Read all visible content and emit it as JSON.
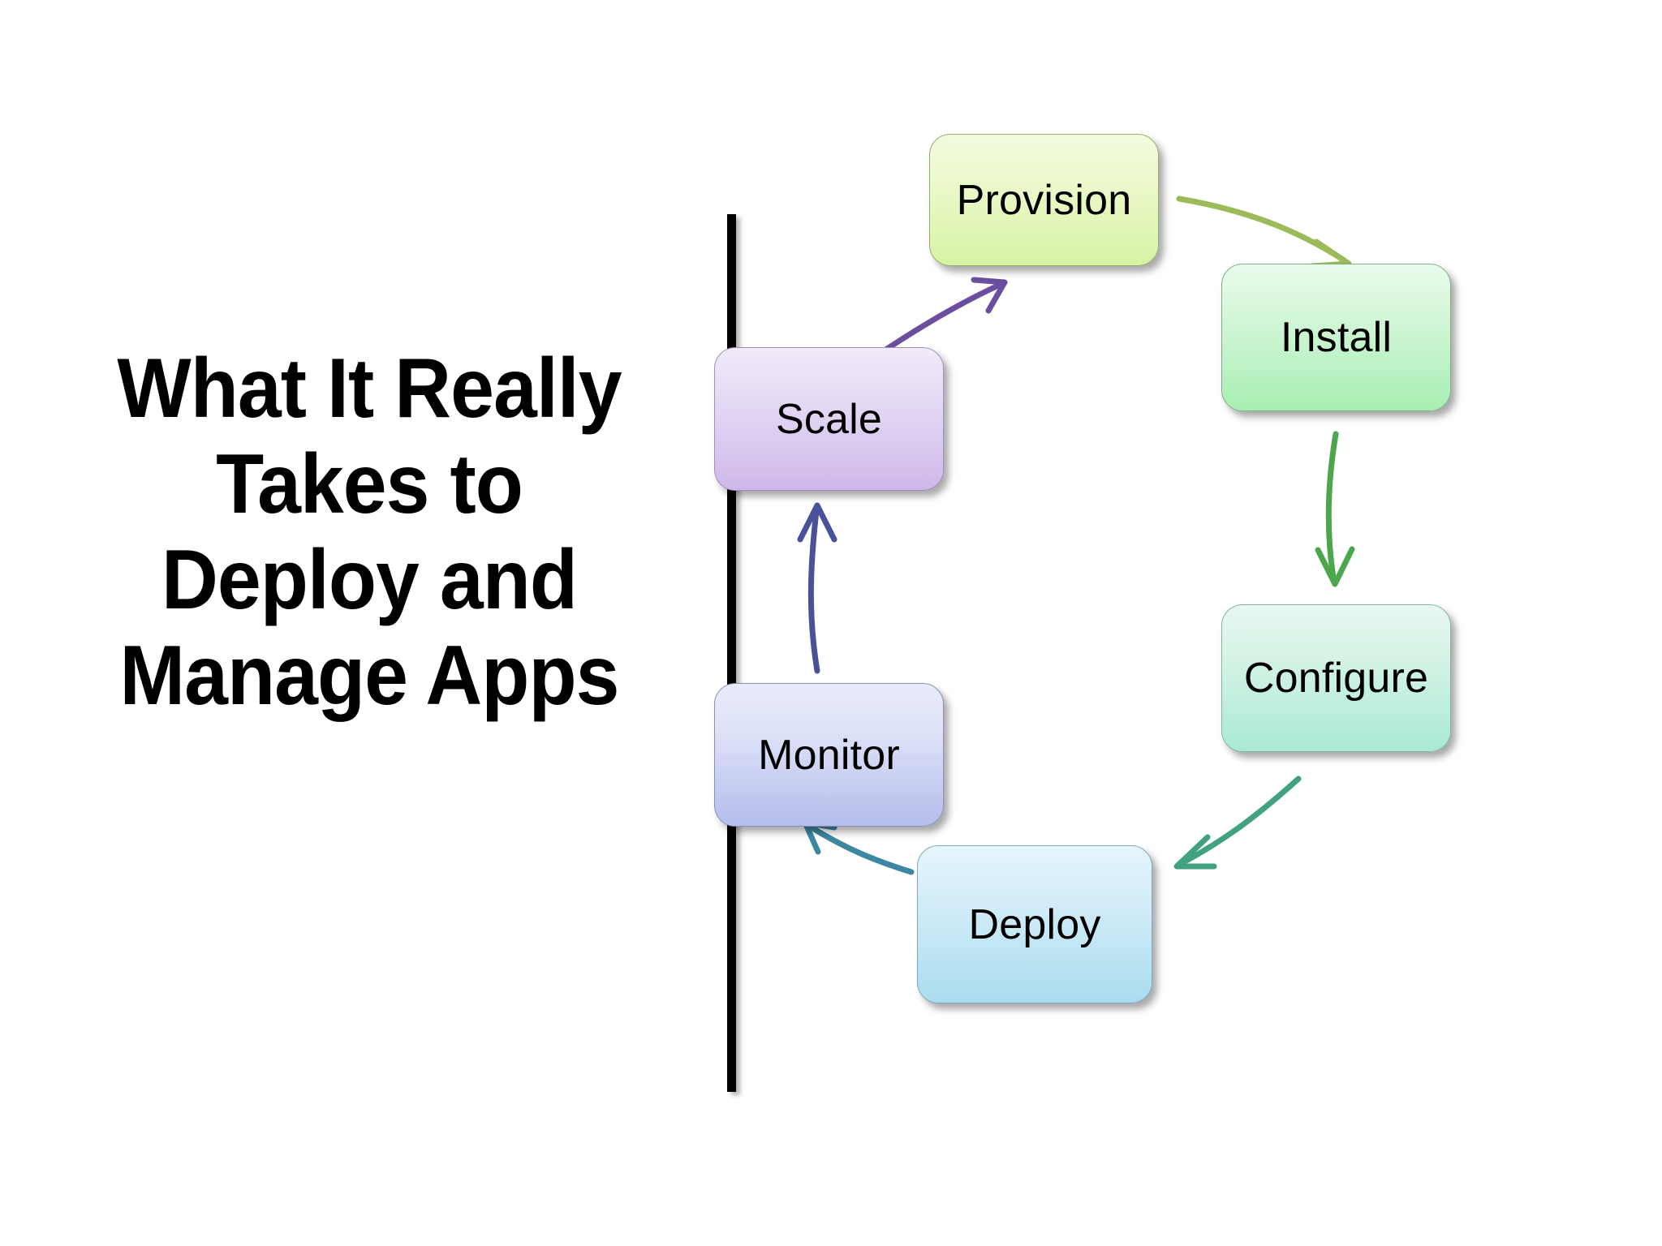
{
  "slide": {
    "background_color": "#ffffff",
    "title": {
      "lines": [
        "What It Really",
        "Takes to",
        "Deploy and",
        "Manage Apps"
      ],
      "color": "#000000"
    },
    "divider": {
      "color": "#000000",
      "orientation": "vertical"
    }
  },
  "diagram": {
    "type": "cycle",
    "direction": "clockwise",
    "nodes": [
      {
        "id": "provision",
        "label": "Provision",
        "position": "top",
        "fill_top": "#f2fade",
        "fill_bottom": "#d3f29a",
        "border": "#9aab72"
      },
      {
        "id": "install",
        "label": "Install",
        "position": "upper-right",
        "fill_top": "#e6f9e8",
        "fill_bottom": "#a7eeb2",
        "border": "#7fae89"
      },
      {
        "id": "configure",
        "label": "Configure",
        "position": "lower-right",
        "fill_top": "#e6f7ef",
        "fill_bottom": "#a9ead3",
        "border": "#7fb5a2"
      },
      {
        "id": "deploy",
        "label": "Deploy",
        "position": "bottom",
        "fill_top": "#e3f3fb",
        "fill_bottom": "#aadcee",
        "border": "#7ea8bd"
      },
      {
        "id": "monitor",
        "label": "Monitor",
        "position": "lower-left",
        "fill_top": "#e6e9fa",
        "fill_bottom": "#b5bdec",
        "border": "#8b90b8"
      },
      {
        "id": "scale",
        "label": "Scale",
        "position": "upper-left",
        "fill_top": "#eee7f8",
        "fill_bottom": "#cdb8e8",
        "border": "#a08fc0"
      }
    ],
    "arrows": [
      {
        "from": "provision",
        "to": "install",
        "color": "#9bbb59"
      },
      {
        "from": "install",
        "to": "configure",
        "color": "#4ca64c"
      },
      {
        "from": "configure",
        "to": "deploy",
        "color": "#41a183"
      },
      {
        "from": "deploy",
        "to": "monitor",
        "color": "#3d88a0"
      },
      {
        "from": "monitor",
        "to": "scale",
        "color": "#4a519b"
      },
      {
        "from": "scale",
        "to": "provision",
        "color": "#6b4f9e"
      }
    ]
  }
}
